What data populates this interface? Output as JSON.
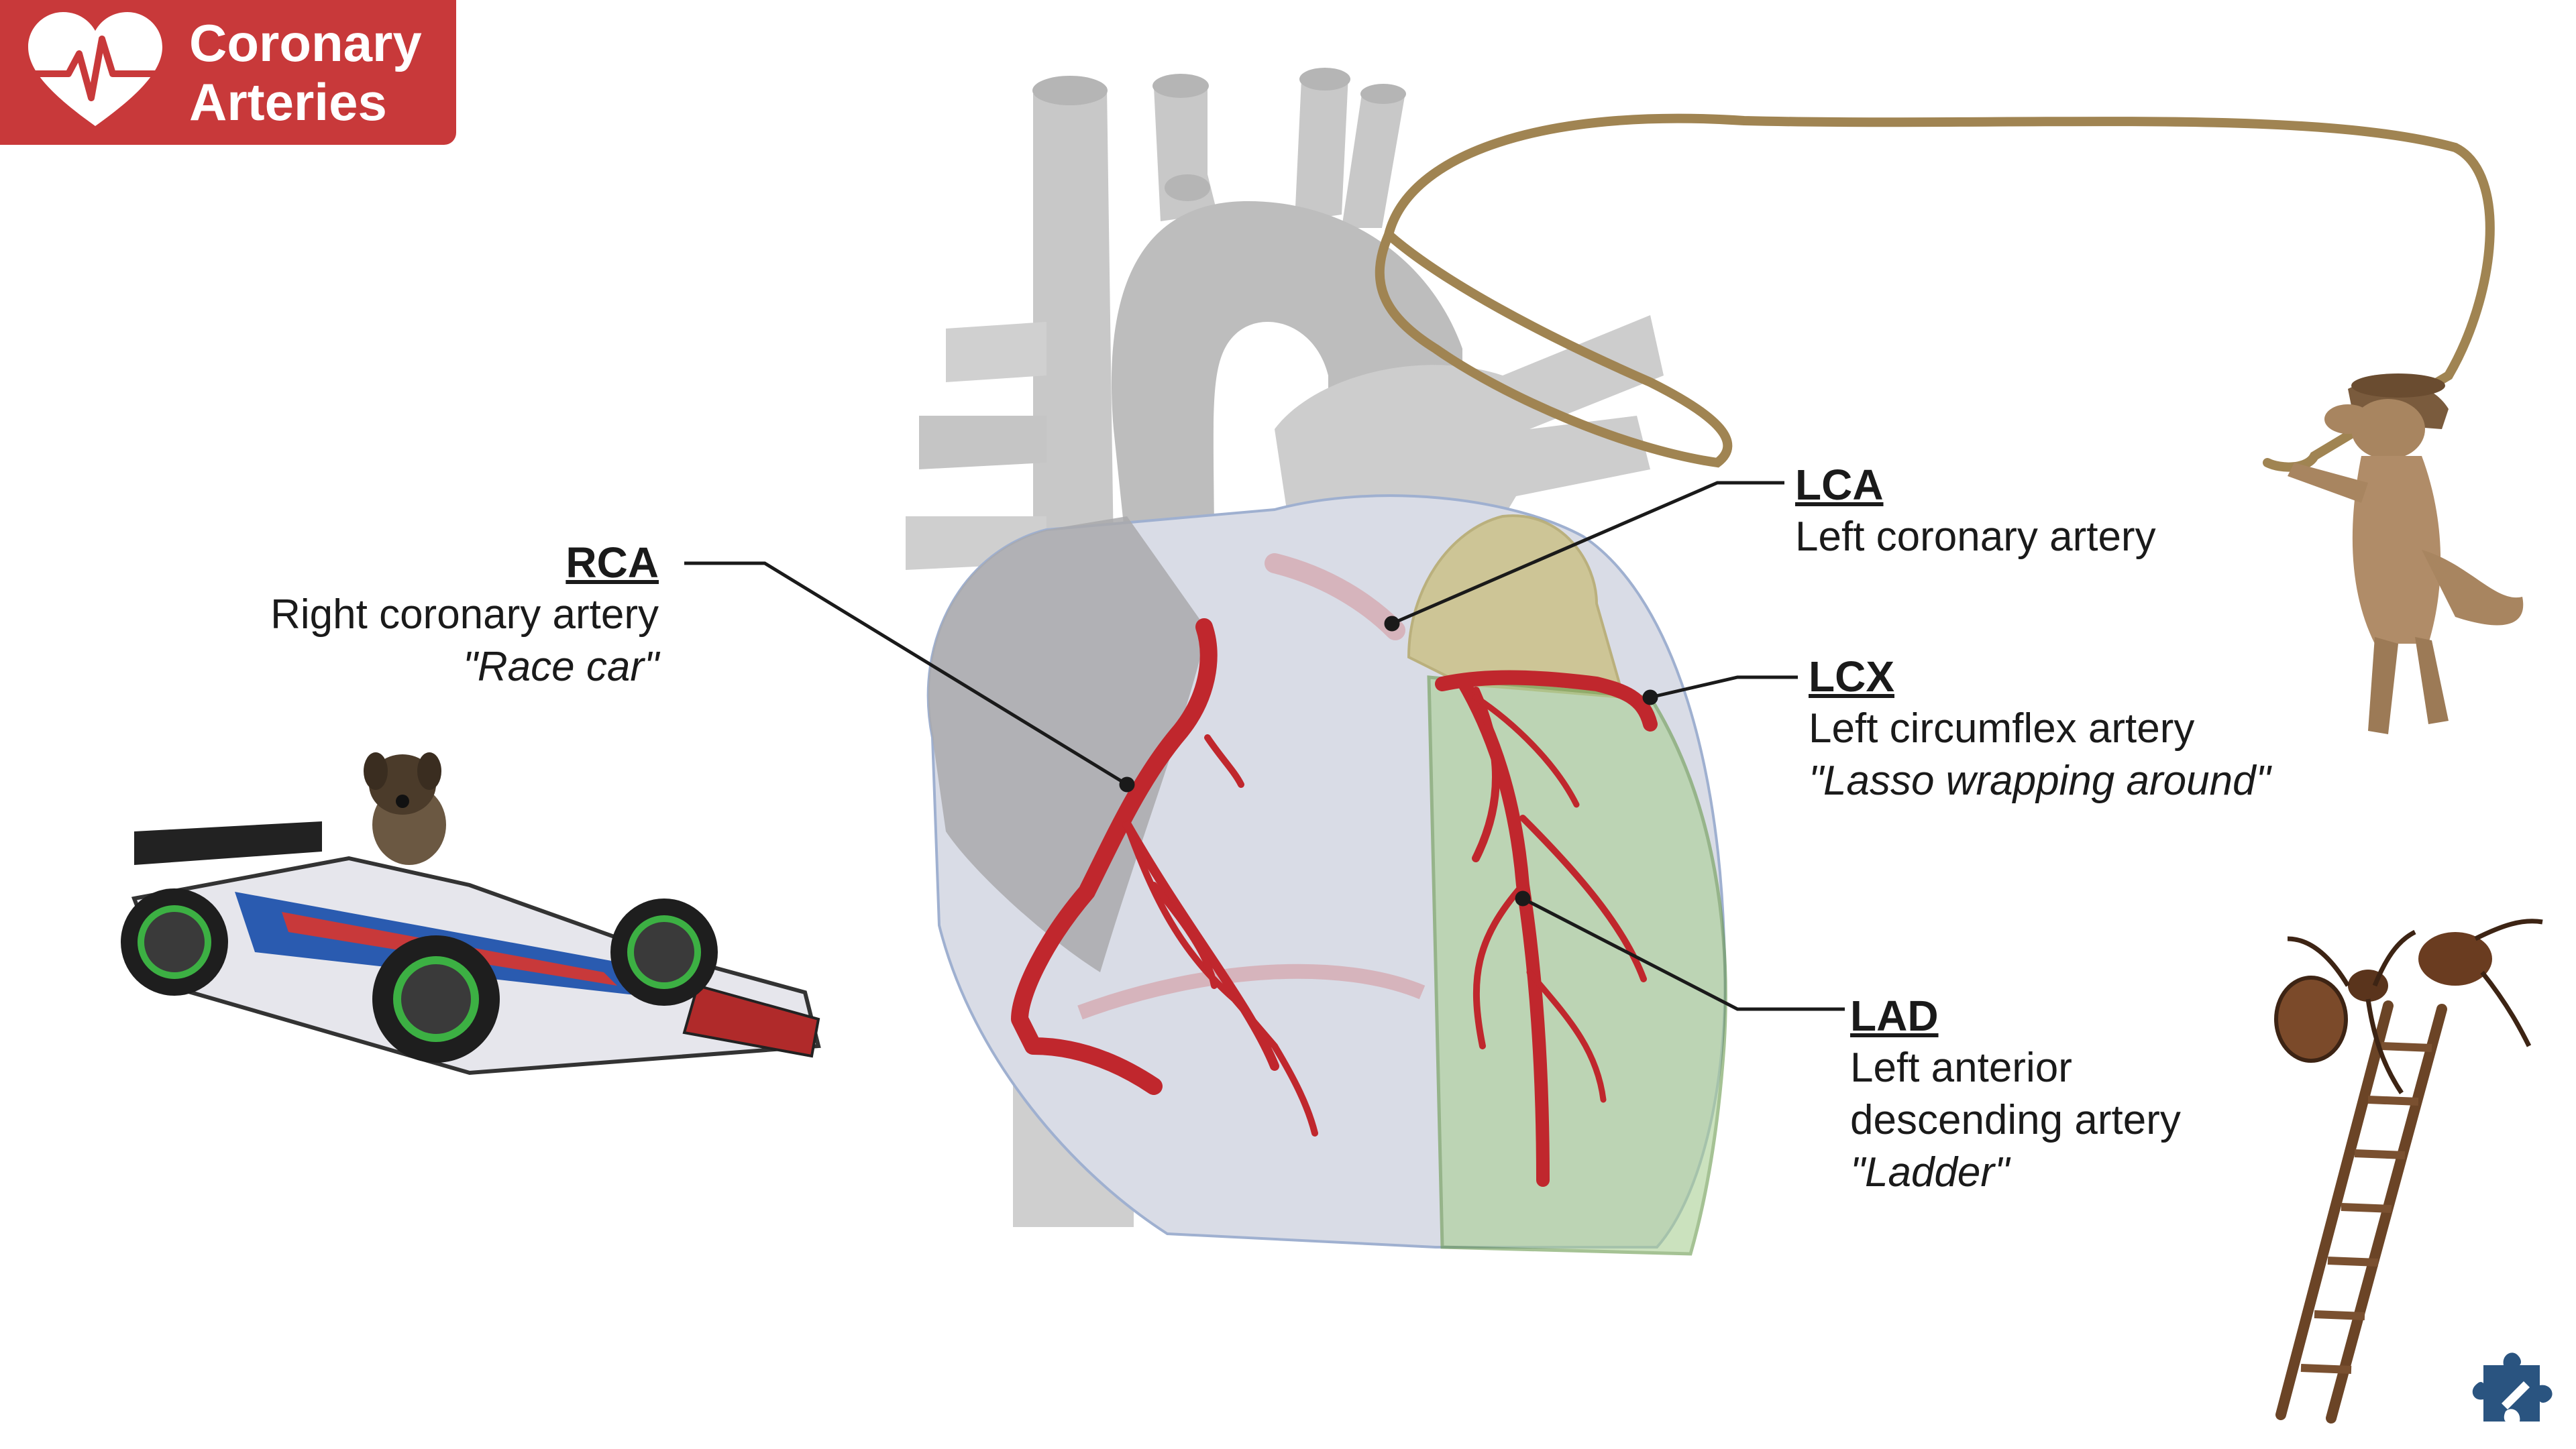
{
  "header": {
    "title_line1": "Coronary",
    "title_line2": "Arteries",
    "icon": "heart-pulse-icon"
  },
  "labels": {
    "rca": {
      "abbr": "RCA",
      "full": "Right coronary artery",
      "mnemonic": "\"Race car\""
    },
    "lca": {
      "abbr": "LCA",
      "full": "Left coronary artery"
    },
    "lcx": {
      "abbr": "LCX",
      "full": "Left circumflex artery",
      "mnemonic": "\"Lasso wrapping around\""
    },
    "lad": {
      "abbr": "LAD",
      "full_line1": "Left anterior",
      "full_line2": "descending artery",
      "mnemonic": "\"Ladder\""
    }
  },
  "illustrations": [
    "race-car-dog",
    "cowboy-dog-lasso",
    "ant-ladder",
    "puzzle-logo-icon"
  ],
  "colors": {
    "accent": "#c8393a",
    "artery": "#c0272d",
    "lca_region": "#c9be7c",
    "lad_region": "#a9cf94"
  }
}
